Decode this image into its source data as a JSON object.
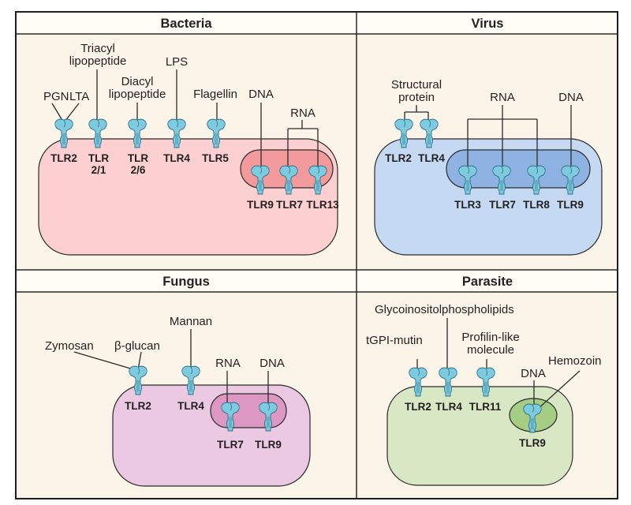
{
  "figure": {
    "colors": {
      "background": "#fbf4e8",
      "header": "#fffdf6",
      "frame": "#2b2b2b",
      "receptor": "#7ecbe0",
      "receptor_outline": "#2c6f86"
    },
    "panels": [
      {
        "id": "bacteria",
        "title": "Bacteria",
        "cell_color": "#fcd0d0",
        "endosome_color": "#f29a9c",
        "surface_receptors": [
          {
            "name": [
              "TLR2"
            ],
            "ligands": [
              "PGN",
              "LTA"
            ]
          },
          {
            "name": [
              "TLR",
              "2/1"
            ],
            "ligands": [
              "Triacyl lipopeptide"
            ]
          },
          {
            "name": [
              "TLR",
              "2/6"
            ],
            "ligands": [
              "Diacyl lipopeptide"
            ]
          },
          {
            "name": [
              "TLR4"
            ],
            "ligands": [
              "LPS"
            ]
          },
          {
            "name": [
              "TLR5"
            ],
            "ligands": [
              "Flagellin"
            ]
          }
        ],
        "endosomal_receptors": [
          {
            "name": [
              "TLR9"
            ],
            "ligands": [
              "DNA"
            ]
          },
          {
            "name": [
              "TLR7"
            ],
            "ligands": [
              "RNA"
            ]
          },
          {
            "name": [
              "TLR13"
            ],
            "ligands": [
              "RNA"
            ]
          }
        ],
        "labels": {
          "pgn": "PGN",
          "lta": "LTA",
          "triacyl_1": "Triacyl",
          "triacyl_2": "lipopeptide",
          "diacyl_1": "Diacyl",
          "diacyl_2": "lipopeptide",
          "lps": "LPS",
          "flagellin": "Flagellin",
          "dna": "DNA",
          "rna": "RNA",
          "tlr2": "TLR2",
          "tlr21_1": "TLR",
          "tlr21_2": "2/1",
          "tlr26_1": "TLR",
          "tlr26_2": "2/6",
          "tlr4": "TLR4",
          "tlr5": "TLR5",
          "tlr9": "TLR9",
          "tlr7": "TLR7",
          "tlr13": "TLR13"
        }
      },
      {
        "id": "virus",
        "title": "Virus",
        "cell_color": "#c5daf2",
        "endosome_color": "#8eb3e2",
        "surface_receptors": [
          {
            "name": [
              "TLR2"
            ],
            "ligands": [
              "Structural protein"
            ]
          },
          {
            "name": [
              "TLR4"
            ],
            "ligands": [
              "Structural protein"
            ]
          }
        ],
        "endosomal_receptors": [
          {
            "name": [
              "TLR3"
            ],
            "ligands": [
              "RNA"
            ]
          },
          {
            "name": [
              "TLR7"
            ],
            "ligands": [
              "RNA"
            ]
          },
          {
            "name": [
              "TLR8"
            ],
            "ligands": [
              "RNA"
            ]
          },
          {
            "name": [
              "TLR9"
            ],
            "ligands": [
              "DNA"
            ]
          }
        ],
        "labels": {
          "structural_1": "Structural",
          "structural_2": "protein",
          "rna": "RNA",
          "dna": "DNA",
          "tlr2": "TLR2",
          "tlr4": "TLR4",
          "tlr3": "TLR3",
          "tlr7": "TLR7",
          "tlr8": "TLR8",
          "tlr9": "TLR9"
        }
      },
      {
        "id": "fungus",
        "title": "Fungus",
        "cell_color": "#ecc9e3",
        "endosome_color": "#dd97c3",
        "surface_receptors": [
          {
            "name": [
              "TLR2"
            ],
            "ligands": [
              "Zymosan",
              "β-glucan"
            ]
          },
          {
            "name": [
              "TLR4"
            ],
            "ligands": [
              "Mannan"
            ]
          }
        ],
        "endosomal_receptors": [
          {
            "name": [
              "TLR7"
            ],
            "ligands": [
              "RNA"
            ]
          },
          {
            "name": [
              "TLR9"
            ],
            "ligands": [
              "DNA"
            ]
          }
        ],
        "labels": {
          "zymosan": "Zymosan",
          "bglucan": "β-glucan",
          "mannan": "Mannan",
          "rna": "RNA",
          "dna": "DNA",
          "tlr2": "TLR2",
          "tlr4": "TLR4",
          "tlr7": "TLR7",
          "tlr9": "TLR9"
        }
      },
      {
        "id": "parasite",
        "title": "Parasite",
        "cell_color": "#d9e8c4",
        "endosome_color": "#a5cd84",
        "surface_receptors": [
          {
            "name": [
              "TLR2"
            ],
            "ligands": [
              "tGPI-mutin"
            ]
          },
          {
            "name": [
              "TLR4"
            ],
            "ligands": [
              "Glycoinositolphospholipids"
            ]
          },
          {
            "name": [
              "TLR11"
            ],
            "ligands": [
              "Profilin-like molecule"
            ]
          }
        ],
        "endosomal_receptors": [
          {
            "name": [
              "TLR9"
            ],
            "ligands": [
              "DNA",
              "Hemozoin"
            ]
          }
        ],
        "labels": {
          "tgpi": "tGPI-mutin",
          "glyco": "Glycoinositolphospholipids",
          "profilin_1": "Profilin-like",
          "profilin_2": "molecule",
          "dna": "DNA",
          "hemozoin": "Hemozoin",
          "tlr2": "TLR2",
          "tlr4": "TLR4",
          "tlr11": "TLR11",
          "tlr9": "TLR9"
        }
      }
    ]
  }
}
